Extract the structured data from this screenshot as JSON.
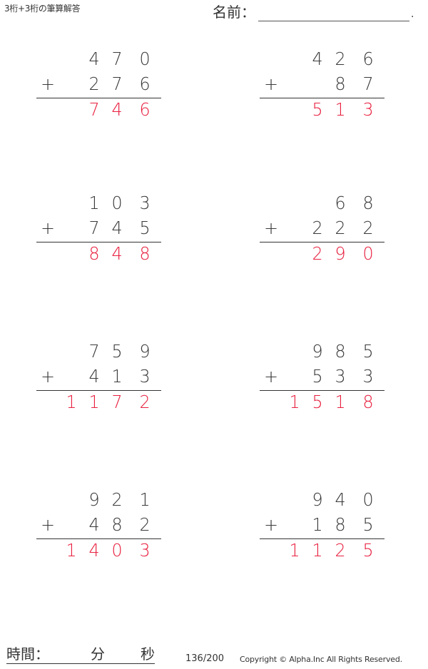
{
  "header": {
    "title": "3桁+3桁の筆算解答",
    "name_label": "名前：",
    "name_end": "."
  },
  "problems": [
    {
      "top": [
        "",
        "4",
        "7",
        "0"
      ],
      "bottom": [
        "",
        "2",
        "7",
        "6"
      ],
      "answer": [
        "",
        "7",
        "4",
        "6"
      ],
      "operator": "+"
    },
    {
      "top": [
        "",
        "4",
        "2",
        "6"
      ],
      "bottom": [
        "",
        "",
        "8",
        "7"
      ],
      "answer": [
        "",
        "5",
        "1",
        "3"
      ],
      "operator": "+"
    },
    {
      "top": [
        "",
        "1",
        "0",
        "3"
      ],
      "bottom": [
        "",
        "7",
        "4",
        "5"
      ],
      "answer": [
        "",
        "8",
        "4",
        "8"
      ],
      "operator": "+"
    },
    {
      "top": [
        "",
        "",
        "6",
        "8"
      ],
      "bottom": [
        "",
        "2",
        "2",
        "2"
      ],
      "answer": [
        "",
        "2",
        "9",
        "0"
      ],
      "operator": "+"
    },
    {
      "top": [
        "",
        "7",
        "5",
        "9"
      ],
      "bottom": [
        "",
        "4",
        "1",
        "3"
      ],
      "answer": [
        "1",
        "1",
        "7",
        "2"
      ],
      "operator": "+"
    },
    {
      "top": [
        "",
        "9",
        "8",
        "5"
      ],
      "bottom": [
        "",
        "5",
        "3",
        "3"
      ],
      "answer": [
        "1",
        "5",
        "1",
        "8"
      ],
      "operator": "+"
    },
    {
      "top": [
        "",
        "9",
        "2",
        "1"
      ],
      "bottom": [
        "",
        "4",
        "8",
        "2"
      ],
      "answer": [
        "1",
        "4",
        "0",
        "3"
      ],
      "operator": "+"
    },
    {
      "top": [
        "",
        "9",
        "4",
        "0"
      ],
      "bottom": [
        "",
        "1",
        "8",
        "5"
      ],
      "answer": [
        "1",
        "1",
        "2",
        "5"
      ],
      "operator": "+"
    }
  ],
  "footer": {
    "time_label": "時間：",
    "minutes_label": "分",
    "seconds_label": "秒",
    "page": "136/200",
    "copyright": "Copyright © Alpha.Inc All Rights Reserved."
  },
  "colors": {
    "text": "#3a3a3a",
    "answer": "#e8203f"
  }
}
